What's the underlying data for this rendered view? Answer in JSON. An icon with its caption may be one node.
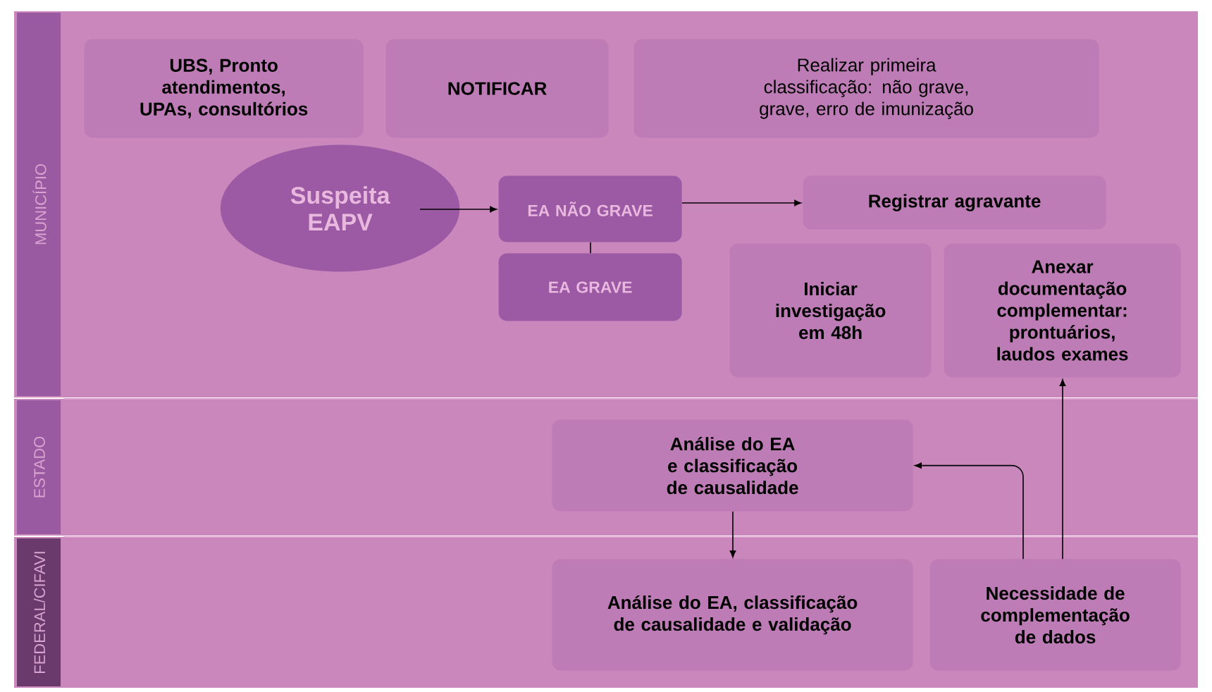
{
  "diagram": {
    "nodes": [
      {
        "text": [
          "MUNICÍPIO"
        ]
      },
      {
        "text": [
          "UBS, Pronto atendimentos, UPAs, consultórios"
        ],
        "in": 0
      },
      {
        "text": [
          "NOTIFICAR"
        ],
        "in": 0
      },
      {
        "text": [
          "Realizar primeira classificação: não grave, grave, erro de imunização"
        ],
        "in": 0
      },
      {
        "text": [
          "Suspeita EAPV"
        ],
        "in": 0
      },
      {
        "text": [
          "EA NÃO GRAVE"
        ],
        "in": 0
      },
      {
        "text": [
          "EA GRAVE"
        ],
        "in": 0
      },
      {
        "text": [
          "Registrar agravante"
        ],
        "in": 0
      },
      {
        "text": [
          "Iniciar investigação em 48h"
        ],
        "in": 0
      },
      {
        "text": [
          "Anexar documentação complementar: prontuários, laudos exames"
        ],
        "in": 0
      },
      {
        "text": [
          "ESTADO"
        ]
      },
      {
        "text": [
          "Análise do EA e classificação de causalidade"
        ],
        "in": 10
      },
      {
        "text": [
          "FEDERAL/CIFAVI"
        ]
      },
      {
        "text": [
          "Análise do EA, classificação de causalidade e validação"
        ],
        "in": 12
      },
      {
        "text": [
          "Necessidade de complementação de dados"
        ],
        "in": 12
      }
    ],
    "edges": [
      {
        "from": 4,
        "to": 5,
        "arrow": "to"
      },
      {
        "from": 5,
        "to": 6,
        "arrow": "none"
      },
      {
        "from": 5,
        "to": 7,
        "arrow": "to"
      },
      {
        "from": 11,
        "to": 13,
        "arrow": "to"
      },
      {
        "from": 14,
        "to": 11,
        "arrow": "to"
      },
      {
        "from": 14,
        "to": 9,
        "arrow": "to"
      }
    ]
  }
}
